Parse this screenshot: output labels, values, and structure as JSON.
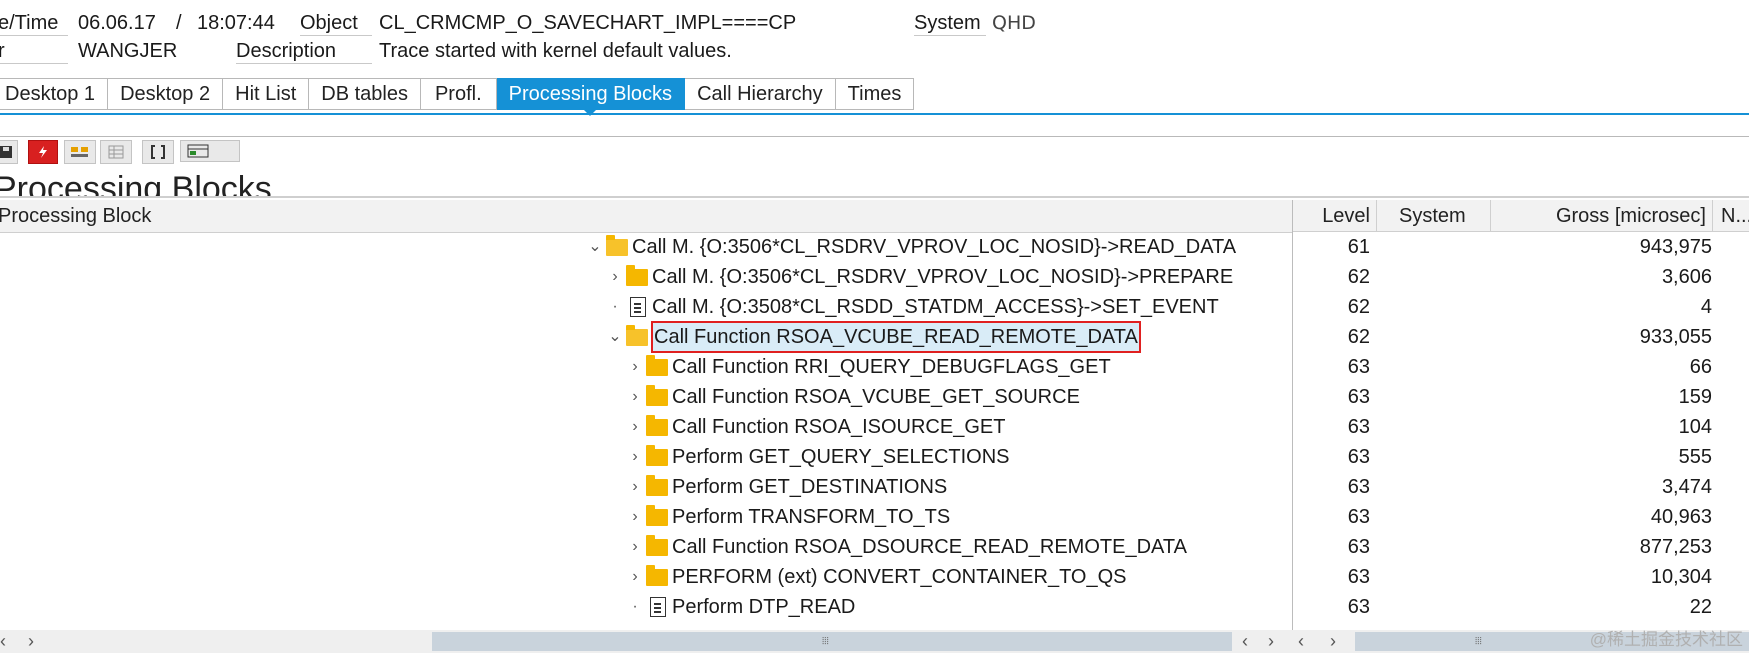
{
  "header": {
    "datetime_label": "e/Time",
    "date": "06.06.17",
    "slash": "/",
    "time": "18:07:44",
    "object_label": "Object",
    "object_value": "CL_CRMCMP_O_SAVECHART_IMPL====CP",
    "system_label": "System",
    "system_value": "QHD",
    "user_label": "r",
    "user_value": "WANGJER",
    "description_label": "Description",
    "description_value": "Trace started with kernel default values."
  },
  "tabs": [
    {
      "label": "Desktop 1"
    },
    {
      "label": "Desktop 2"
    },
    {
      "label": "Hit List"
    },
    {
      "label": "DB tables"
    },
    {
      "label": "Profl."
    },
    {
      "label": "Processing Blocks",
      "active": true
    },
    {
      "label": "Call Hierarchy"
    },
    {
      "label": "Times"
    }
  ],
  "page_title": "Processing Blocks",
  "columns": {
    "block": "Processing Block",
    "level": "Level",
    "system": "System",
    "gross": "Gross [microsec]",
    "net": "N..."
  },
  "rows": [
    {
      "expander": "⌄",
      "icon": "folder-open",
      "text": "Call M. {O:3506*CL_RSDRV_VPROV_LOC_NOSID}->READ_DATA",
      "level": "61",
      "gross": "943,975"
    },
    {
      "expander": "›",
      "icon": "folder",
      "text": "Call M. {O:3506*CL_RSDRV_VPROV_LOC_NOSID}->PREPARE",
      "level": "62",
      "gross": "3,606"
    },
    {
      "expander": "·",
      "icon": "document",
      "text": "Call M. {O:3508*CL_RSDD_STATDM_ACCESS}->SET_EVENT",
      "level": "62",
      "gross": "4"
    },
    {
      "expander": "⌄",
      "icon": "folder-open",
      "text": "Call Function RSOA_VCUBE_READ_REMOTE_DATA",
      "level": "62",
      "gross": "933,055",
      "selected": true
    },
    {
      "expander": "›",
      "icon": "folder",
      "text": "Call Function RRI_QUERY_DEBUGFLAGS_GET",
      "level": "63",
      "gross": "66"
    },
    {
      "expander": "›",
      "icon": "folder",
      "text": "Call Function RSOA_VCUBE_GET_SOURCE",
      "level": "63",
      "gross": "159"
    },
    {
      "expander": "›",
      "icon": "folder",
      "text": "Call Function RSOA_ISOURCE_GET",
      "level": "63",
      "gross": "104"
    },
    {
      "expander": "›",
      "icon": "folder",
      "text": "Perform GET_QUERY_SELECTIONS",
      "level": "63",
      "gross": "555"
    },
    {
      "expander": "›",
      "icon": "folder",
      "text": "Perform GET_DESTINATIONS",
      "level": "63",
      "gross": "3,474"
    },
    {
      "expander": "›",
      "icon": "folder",
      "text": "Perform TRANSFORM_TO_TS",
      "level": "63",
      "gross": "40,963"
    },
    {
      "expander": "›",
      "icon": "folder",
      "text": "Call Function RSOA_DSOURCE_READ_REMOTE_DATA",
      "level": "63",
      "gross": "877,253"
    },
    {
      "expander": "›",
      "icon": "folder",
      "text": "PERFORM (ext) CONVERT_CONTAINER_TO_QS",
      "level": "63",
      "gross": "10,304"
    },
    {
      "expander": "·",
      "icon": "document",
      "text": "Perform DTP_READ",
      "level": "63",
      "gross": "22"
    }
  ],
  "scroll": {
    "left": "‹",
    "right": "›",
    "grip": "⦙⦙⦙"
  },
  "watermark": "@稀土掘金技术社区",
  "colors": {
    "accent": "#1591d6",
    "folder": "#f5b700",
    "selection_outline": "#e02020"
  }
}
